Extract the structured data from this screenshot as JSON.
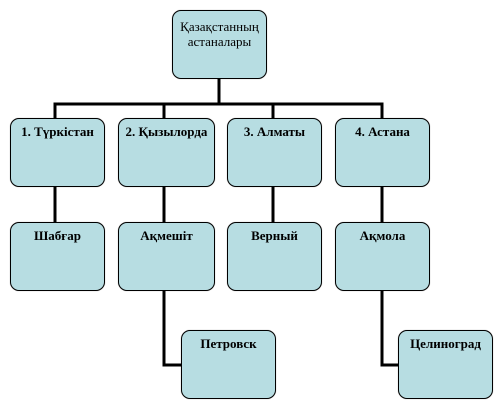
{
  "diagram": {
    "root": {
      "line1": "Қазақстанның",
      "line2": "астаналары"
    },
    "capitals": [
      {
        "label": "1. Түркістан"
      },
      {
        "label": "2. Қызылорда"
      },
      {
        "label": "3. Алматы"
      },
      {
        "label": "4. Астана"
      }
    ],
    "former_names": [
      {
        "label": "Шабғар"
      },
      {
        "label": "Ақмешіт"
      },
      {
        "label": "Верный"
      },
      {
        "label": "Ақмола"
      }
    ],
    "later_names": [
      {
        "label": "Петровск"
      },
      {
        "label": "Целиноград"
      }
    ],
    "colors": {
      "box_fill": "#b7dde2",
      "box_border": "#000000",
      "connector": "#000000"
    }
  }
}
